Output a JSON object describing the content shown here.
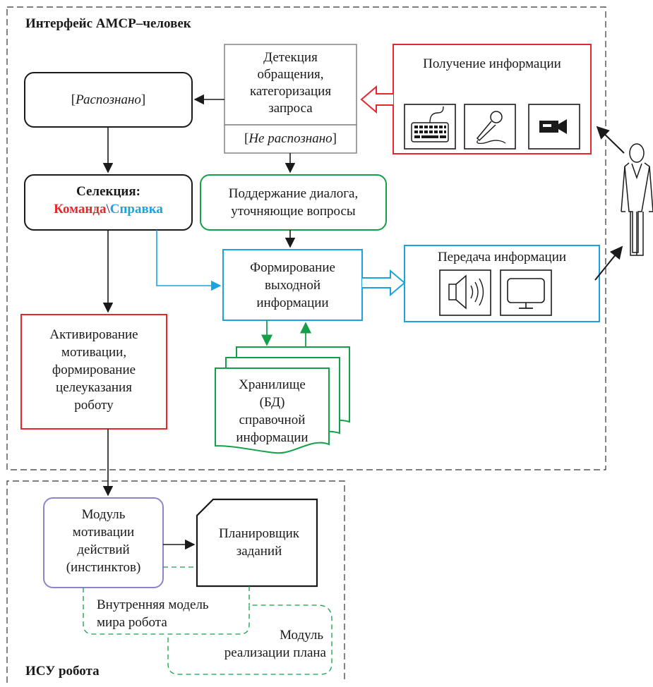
{
  "groups": {
    "interface": "Интерфейс АМСР–человек",
    "isu": "ИСУ робота"
  },
  "nodes": {
    "recognized": {
      "open": "[",
      "text": "Распознано",
      "close": "]"
    },
    "detection": {
      "lines": [
        "Детекция",
        "обращения,",
        "категоризация",
        "запроса"
      ]
    },
    "not_recognized": {
      "open": "[",
      "text": "Не распознано",
      "close": "]"
    },
    "input": {
      "title": "Получение информации"
    },
    "selection": {
      "title": "Селекция:",
      "command": "Команда",
      "sep": "\\",
      "help": "Справка"
    },
    "dialog": {
      "lines": [
        "Поддержание диалога,",
        "уточняющие вопросы"
      ]
    },
    "output_forming": {
      "lines": [
        "Формирование",
        "выходной",
        "информации"
      ]
    },
    "output": {
      "title": "Передача информации"
    },
    "activation": {
      "lines": [
        "Активирование",
        "мотивации,",
        "формирование",
        "целеуказания",
        "роботу"
      ]
    },
    "storage": {
      "lines": [
        "Хранилище",
        "(БД)",
        "справочной",
        "информации"
      ]
    },
    "motivation": {
      "lines": [
        "Модуль",
        "мотивации",
        "действий",
        "(инстинктов)"
      ]
    },
    "planner": {
      "lines": [
        "Планировщик",
        "заданий"
      ]
    },
    "world_model": {
      "lines": [
        "Внутренняя модель",
        "мира робота"
      ]
    },
    "plan_impl": {
      "lines": [
        "Модуль",
        "реализации плана"
      ]
    }
  },
  "icons": [
    "keyboard-icon",
    "microphone-icon",
    "camera-icon",
    "speaker-icon",
    "monitor-icon",
    "human-icon"
  ],
  "colors": {
    "red": "#e8262c",
    "blue": "#1aa3df",
    "green": "#14a049",
    "purple": "#8c86c8",
    "gray": "#8a8a8a",
    "black": "#1a1a1a"
  }
}
